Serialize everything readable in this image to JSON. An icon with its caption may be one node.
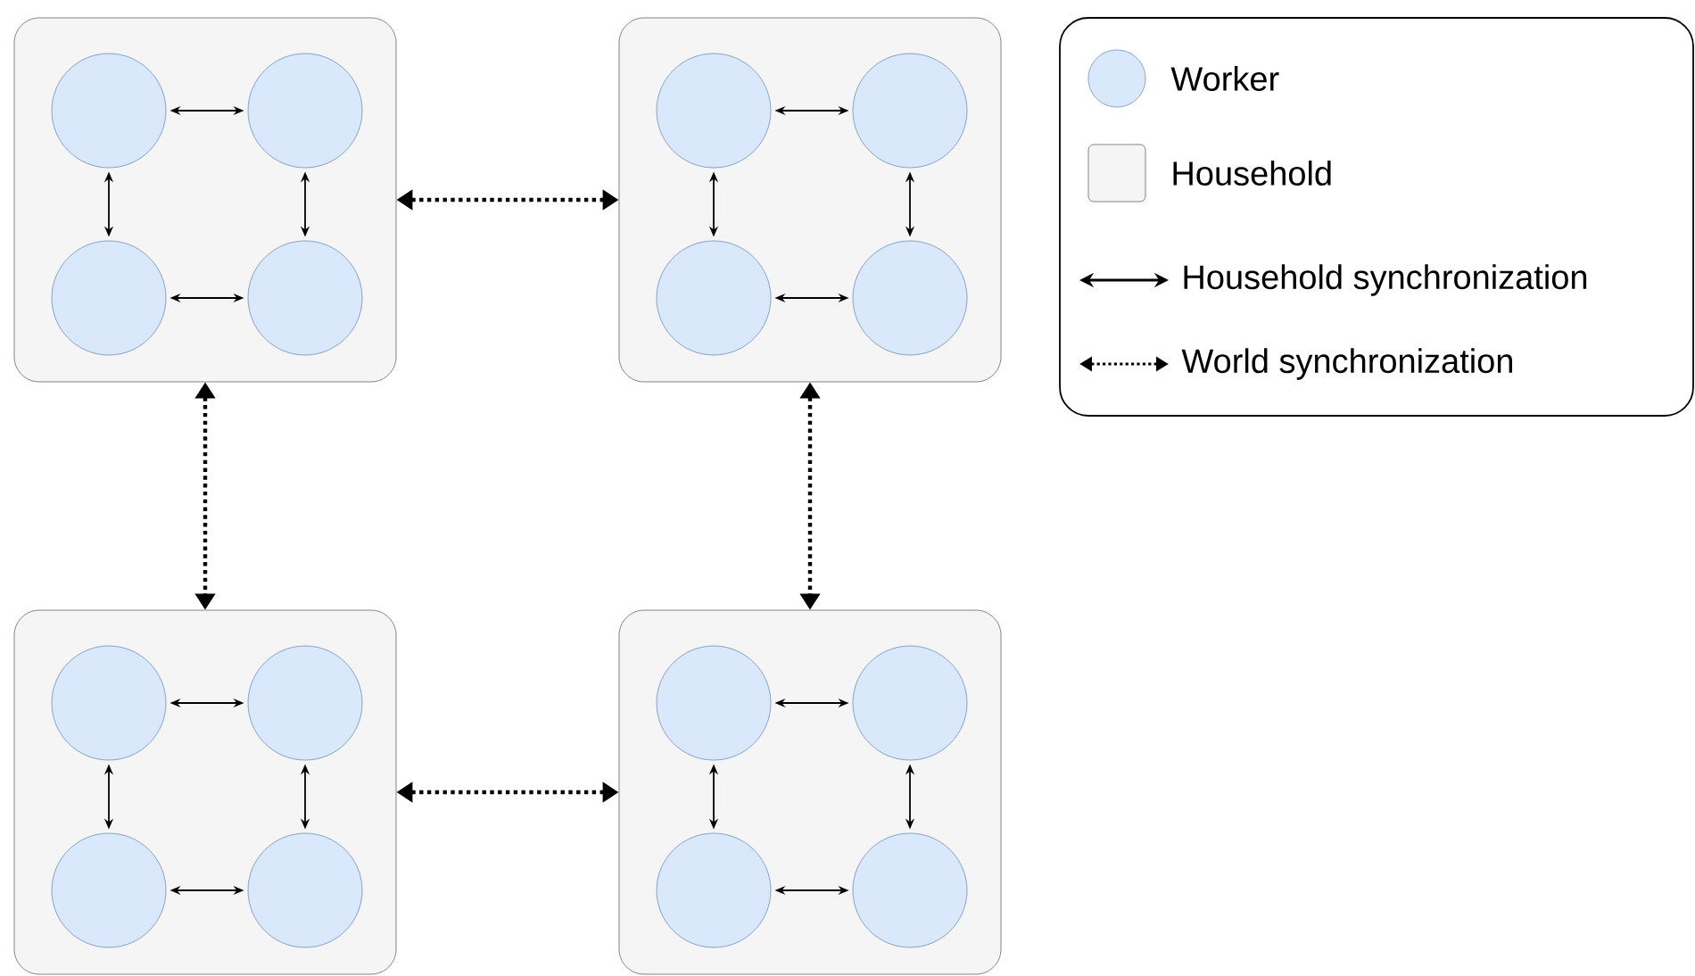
{
  "diagram": {
    "nodes": [
      {
        "text": [],
        "shape": "box"
      },
      {
        "text": [],
        "shape": "circle",
        "in": 0
      },
      {
        "text": [],
        "shape": "circle",
        "in": 0
      },
      {
        "text": [],
        "shape": "circle",
        "in": 0
      },
      {
        "text": [],
        "shape": "circle",
        "in": 0
      },
      {
        "text": [],
        "shape": "box"
      },
      {
        "text": [],
        "shape": "circle",
        "in": 5
      },
      {
        "text": [],
        "shape": "circle",
        "in": 5
      },
      {
        "text": [],
        "shape": "circle",
        "in": 5
      },
      {
        "text": [],
        "shape": "circle",
        "in": 5
      },
      {
        "text": [],
        "shape": "box"
      },
      {
        "text": [],
        "shape": "circle",
        "in": 10
      },
      {
        "text": [],
        "shape": "circle",
        "in": 10
      },
      {
        "text": [],
        "shape": "circle",
        "in": 10
      },
      {
        "text": [],
        "shape": "circle",
        "in": 10
      },
      {
        "text": [],
        "shape": "box"
      },
      {
        "text": [],
        "shape": "circle",
        "in": 15
      },
      {
        "text": [],
        "shape": "circle",
        "in": 15
      },
      {
        "text": [],
        "shape": "circle",
        "in": 15
      },
      {
        "text": [],
        "shape": "circle",
        "in": 15
      }
    ],
    "edges": [
      {
        "from": 1,
        "to": 2,
        "arrow": "both"
      },
      {
        "from": 1,
        "to": 3,
        "arrow": "both"
      },
      {
        "from": 2,
        "to": 4,
        "arrow": "both"
      },
      {
        "from": 3,
        "to": 4,
        "arrow": "both"
      },
      {
        "from": 6,
        "to": 7,
        "arrow": "both"
      },
      {
        "from": 6,
        "to": 8,
        "arrow": "both"
      },
      {
        "from": 7,
        "to": 9,
        "arrow": "both"
      },
      {
        "from": 8,
        "to": 9,
        "arrow": "both"
      },
      {
        "from": 11,
        "to": 12,
        "arrow": "both"
      },
      {
        "from": 11,
        "to": 13,
        "arrow": "both"
      },
      {
        "from": 12,
        "to": 14,
        "arrow": "both"
      },
      {
        "from": 13,
        "to": 14,
        "arrow": "both"
      },
      {
        "from": 16,
        "to": 17,
        "arrow": "both"
      },
      {
        "from": 16,
        "to": 18,
        "arrow": "both"
      },
      {
        "from": 17,
        "to": 19,
        "arrow": "both"
      },
      {
        "from": 18,
        "to": 19,
        "arrow": "both"
      },
      {
        "from": 0,
        "to": 5,
        "arrow": "both",
        "style": "dashed"
      },
      {
        "from": 0,
        "to": 10,
        "arrow": "both",
        "style": "dashed"
      },
      {
        "from": 5,
        "to": 15,
        "arrow": "both",
        "style": "dashed"
      },
      {
        "from": 10,
        "to": 15,
        "arrow": "both",
        "style": "dashed"
      }
    ],
    "legend": [
      {
        "text": "Worker"
      },
      {
        "text": "Household"
      },
      {
        "text": "Household synchronization"
      },
      {
        "text": "World synchronization"
      }
    ]
  }
}
